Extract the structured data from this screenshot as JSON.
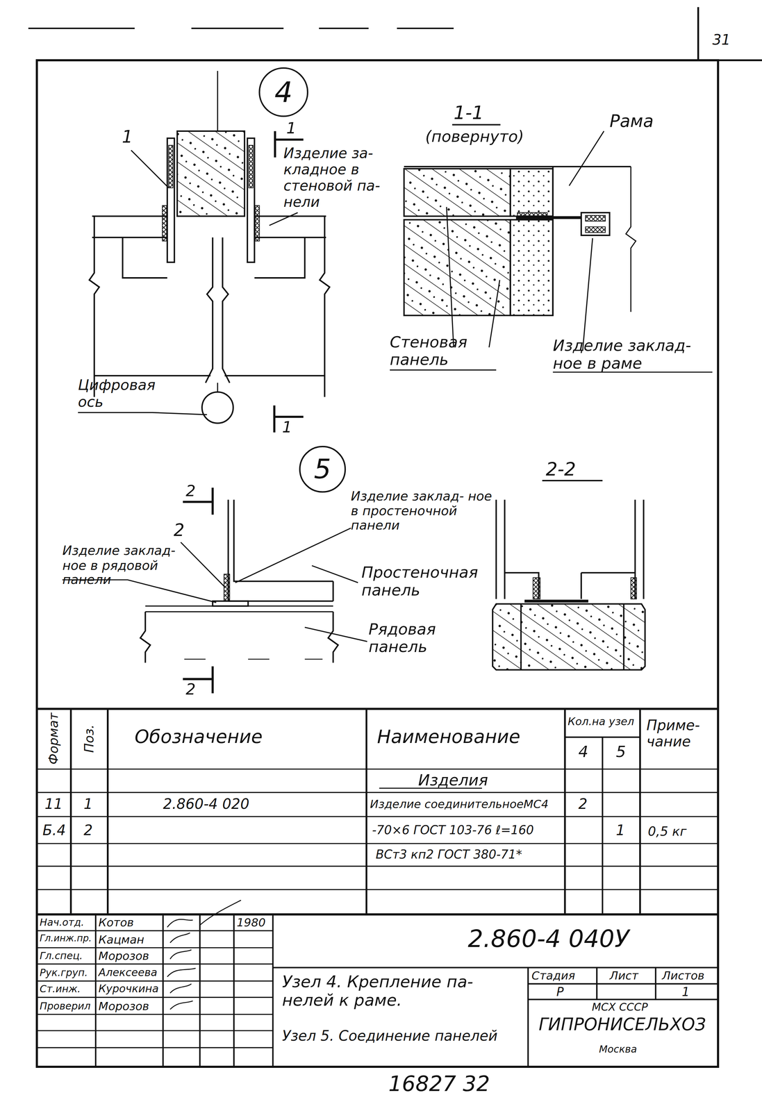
{
  "diagram": {
    "nodes": [
      {
        "text": [
          "4"
        ]
      },
      {
        "text": [
          "5"
        ]
      }
    ],
    "labels": [
      "31",
      "1",
      "1",
      "Изделие за- кладное в стеновой па- нели",
      "1-1",
      "(повернуто)",
      "Рама",
      "Стеновая панель",
      "Изделие заклад- ное в раме",
      "Цифровая ось",
      "1",
      "2-2",
      "2",
      "Изделие заклад- ное в простеночной панели",
      "2",
      "Изделие заклад- ное в рядовой панели",
      "Простеночная панель",
      "Рядовая панель",
      "2",
      "Формат",
      "Поз.",
      "Обозначение",
      "Наименование",
      "Кол.на узел",
      "4",
      "5",
      "Приме- чание",
      "Изделия",
      "11",
      "1",
      "2.860-4 020",
      "Изделие соединительноеМС4",
      "2",
      "Б.4",
      "2",
      "-70×6 ГОСТ 103-76 ℓ=160",
      "1",
      "0,5 кг",
      "ВСт3 кп2 ГОСТ 380-71*",
      "Нач.отд.",
      "Котов",
      "1980",
      "Гл.инж.пр.",
      "Кацман",
      "Гл.спец.",
      "Морозов",
      "Рук.груп.",
      "Алексеева",
      "Ст.инж.",
      "Курочкина",
      "Проверил",
      "Морозов",
      "2.860-4 040У",
      "Узел 4. Крепление па- нелей к раме.",
      "Узел 5. Соединение панелей",
      "Стадия",
      "Лист",
      "Листов",
      "Р",
      "1",
      "МСХ СССР",
      "ГИПРОНИСЕЛЬХОЗ",
      "Москва",
      "16827 32"
    ]
  }
}
